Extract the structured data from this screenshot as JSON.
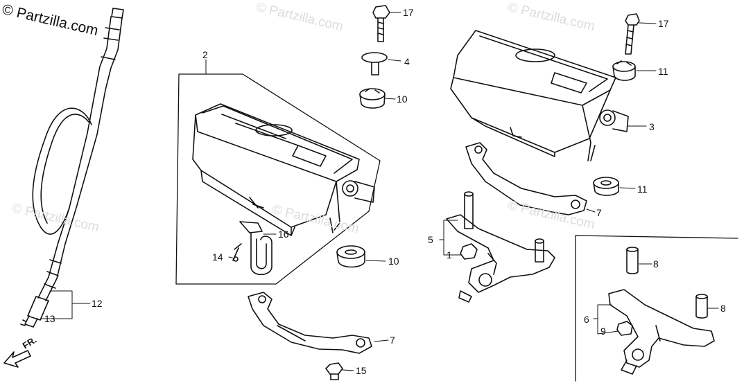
{
  "watermark": {
    "main": "© Partzilla.com",
    "faint": "© Partzilla.com"
  },
  "direction_label": "FR.",
  "callouts": {
    "c1": "1",
    "c2": "2",
    "c3": "3",
    "c4": "4",
    "c5": "5",
    "c6": "6",
    "c7a": "7",
    "c7b": "7",
    "c8a": "8",
    "c8b": "8",
    "c9": "9",
    "c10a": "10",
    "c10b": "10",
    "c11a": "11",
    "c11b": "11",
    "c12": "12",
    "c13": "13",
    "c14": "14",
    "c15": "15",
    "c16": "16",
    "c17a": "17",
    "c17b": "17"
  },
  "colors": {
    "line": "#111111",
    "watermark": "#dcdcdc",
    "background": "#ffffff"
  }
}
